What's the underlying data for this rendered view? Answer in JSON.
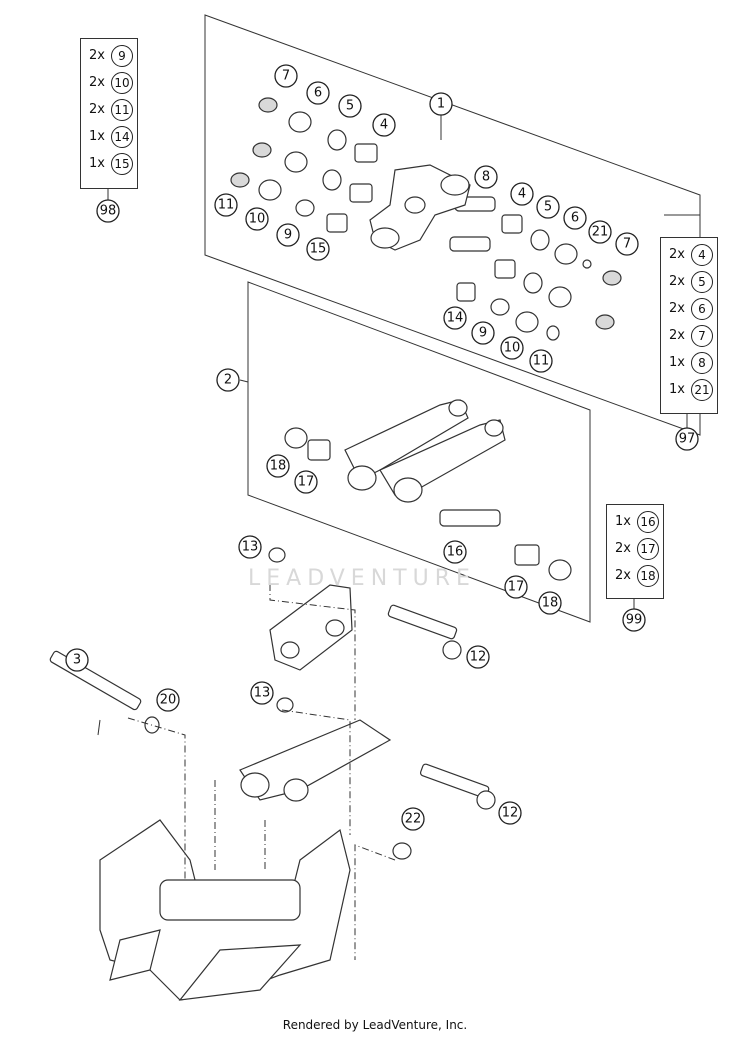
{
  "kits": {
    "k98": {
      "number": "98",
      "items": [
        {
          "qty": "2x",
          "part": "9"
        },
        {
          "qty": "2x",
          "part": "10"
        },
        {
          "qty": "2x",
          "part": "11"
        },
        {
          "qty": "1x",
          "part": "14"
        },
        {
          "qty": "1x",
          "part": "15"
        }
      ]
    },
    "k97": {
      "number": "97",
      "items": [
        {
          "qty": "2x",
          "part": "4"
        },
        {
          "qty": "2x",
          "part": "5"
        },
        {
          "qty": "2x",
          "part": "6"
        },
        {
          "qty": "2x",
          "part": "7"
        },
        {
          "qty": "1x",
          "part": "8"
        },
        {
          "qty": "1x",
          "part": "21"
        }
      ]
    },
    "k99": {
      "number": "99",
      "items": [
        {
          "qty": "1x",
          "part": "16"
        },
        {
          "qty": "2x",
          "part": "17"
        },
        {
          "qty": "2x",
          "part": "18"
        }
      ]
    }
  },
  "callouts": [
    "1",
    "2",
    "3",
    "4",
    "5",
    "6",
    "7",
    "8",
    "9",
    "10",
    "11",
    "12",
    "13",
    "14",
    "15",
    "16",
    "17",
    "18",
    "20",
    "21",
    "22"
  ],
  "watermark": "LEADVENTURE",
  "footer": "Rendered by LeadVenture, Inc."
}
